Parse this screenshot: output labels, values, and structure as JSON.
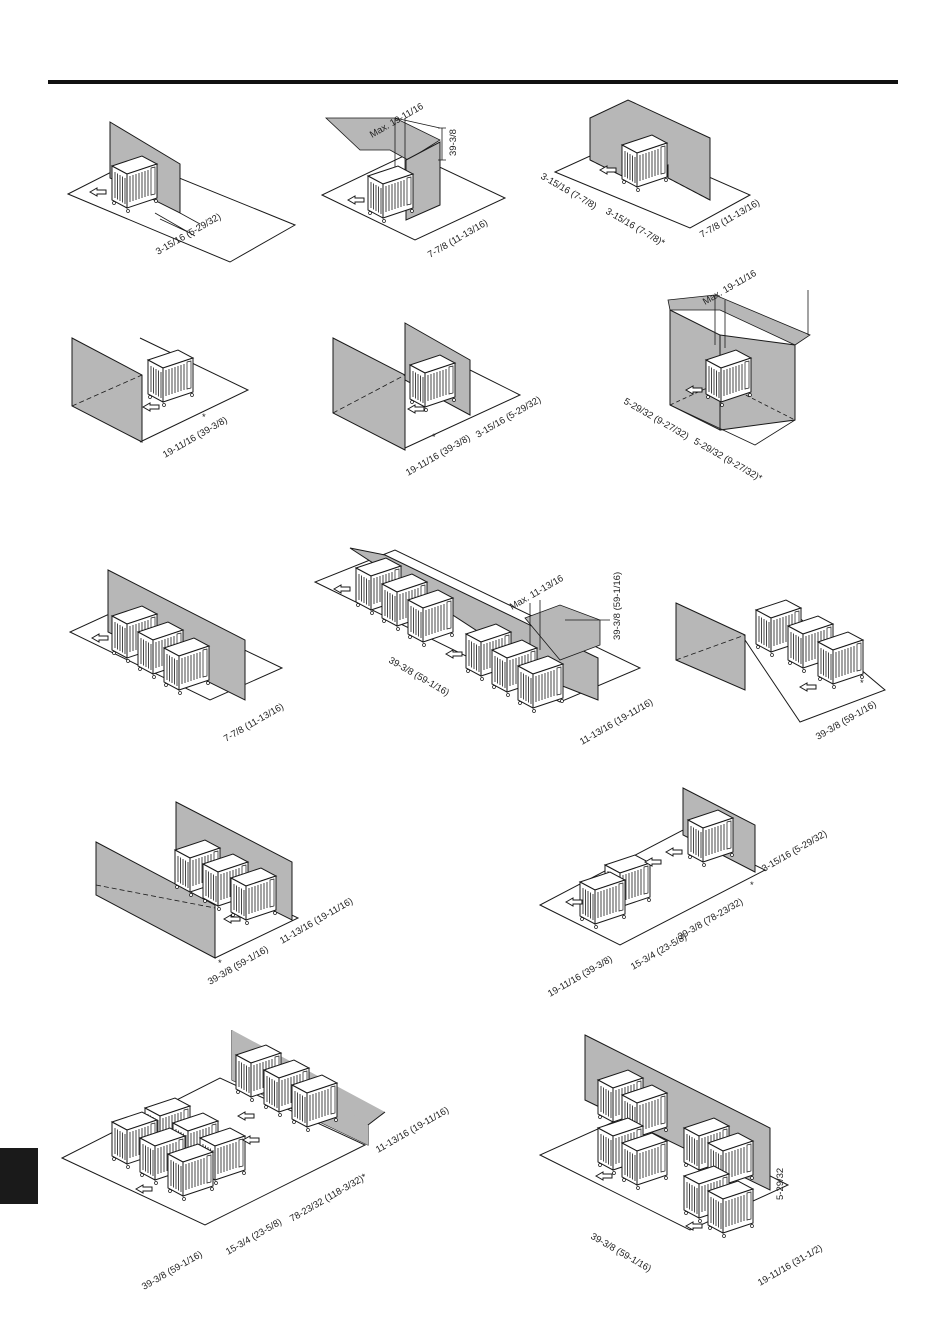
{
  "colors": {
    "rule": "#111111",
    "wall": "#b7b7b7",
    "line": "#1a1a1a",
    "unit_fill": "#ffffff",
    "tab": "#1a1a1a"
  },
  "icons": [
    "airflow-arrow-icon",
    "outdoor-unit-icon"
  ],
  "figures": [
    {
      "id": "fig1",
      "labels": [
        "3-15/16 (5-29/32)"
      ]
    },
    {
      "id": "fig2",
      "labels": [
        "Max. 19-11/16",
        "39-3/8",
        "7-7/8 (11-13/16)"
      ]
    },
    {
      "id": "fig3",
      "labels": [
        "3-15/16 (7-7/8)",
        "3-15/16 (7-7/8)*",
        "7-7/8 (11-13/16)"
      ]
    },
    {
      "id": "fig4",
      "labels": [
        "*",
        "19-11/16 (39-3/8)"
      ]
    },
    {
      "id": "fig5",
      "labels": [
        "*",
        "19-11/16 (39-3/8)",
        "3-15/16 (5-29/32)"
      ]
    },
    {
      "id": "fig6",
      "labels": [
        "Max. 19-11/16",
        "5-29/32 (9-27/32)",
        "5-29/32 (9-27/32)*"
      ]
    },
    {
      "id": "fig7",
      "labels": [
        "7-7/8 (11-13/16)"
      ]
    },
    {
      "id": "fig8",
      "labels": [
        "Max. 11-13/16",
        "39-3/8 (59-1/16)",
        "39-3/8 (59-1/16)",
        "11-13/16 (19-11/16)"
      ]
    },
    {
      "id": "fig9",
      "labels": [
        "*",
        "39-3/8 (59-1/16)"
      ]
    },
    {
      "id": "fig10",
      "labels": [
        "*",
        "39-3/8 (59-1/16)",
        "11-13/16 (19-11/16)"
      ]
    },
    {
      "id": "fig11",
      "labels": [
        "3-15/16 (5-29/32)",
        "*",
        "39-3/8 (78-23/32)",
        "15-3/4 (23-5/8)",
        "19-11/16 (39-3/8)"
      ]
    },
    {
      "id": "fig12",
      "labels": [
        "11-13/16 (19-11/16)",
        "78-23/32 (118-3/32)*",
        "15-3/4 (23-5/8)",
        "39-3/8 (59-1/16)"
      ]
    },
    {
      "id": "fig13",
      "labels": [
        "5-29/32",
        "39-3/8 (59-1/16)",
        "19-11/16 (31-1/2)"
      ]
    }
  ]
}
